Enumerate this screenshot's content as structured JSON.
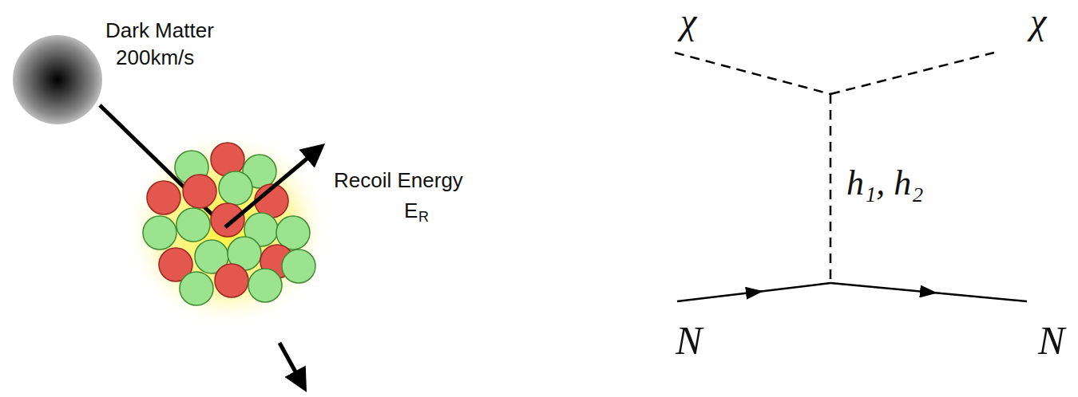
{
  "diagram": {
    "labels": [
      "Dark Matter",
      "200km/s",
      "Recoil Energy",
      "E",
      "R",
      "χ",
      "χ",
      "h₁, h₂",
      "N",
      "N"
    ]
  }
}
